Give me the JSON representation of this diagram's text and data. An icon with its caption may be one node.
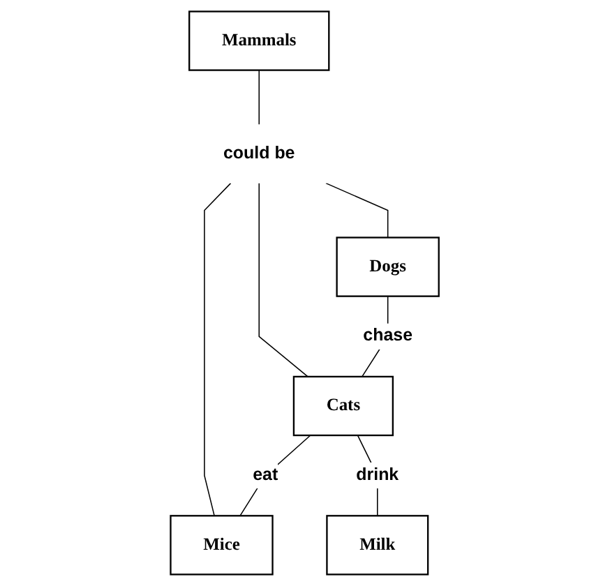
{
  "diagram": {
    "nodes": [
      {
        "text": [
          "Mammals"
        ]
      },
      {
        "text": [
          "could be"
        ]
      },
      {
        "text": [
          "Dogs"
        ]
      },
      {
        "text": [
          "Cats"
        ]
      },
      {
        "text": [
          "Mice"
        ]
      },
      {
        "text": [
          "Milk"
        ]
      }
    ],
    "edges": [
      {
        "from": 0,
        "to": 1,
        "arrow": "none"
      },
      {
        "from": 1,
        "to": 2,
        "arrow": "none"
      },
      {
        "from": 1,
        "to": 3,
        "arrow": "none"
      },
      {
        "from": 1,
        "to": 4,
        "arrow": "none"
      },
      {
        "from": 2,
        "to": 3,
        "label": "chase",
        "arrow": "none"
      },
      {
        "from": 3,
        "to": 4,
        "label": "eat",
        "arrow": "none"
      },
      {
        "from": 3,
        "to": 5,
        "label": "drink",
        "arrow": "none"
      }
    ]
  }
}
